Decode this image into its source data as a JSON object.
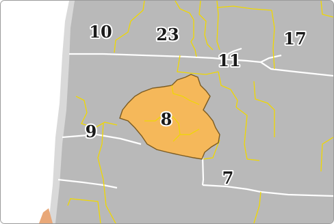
{
  "map": {
    "district_labels": [
      {
        "id": "d10",
        "label": "10"
      },
      {
        "id": "d23",
        "label": "23"
      },
      {
        "id": "d17",
        "label": "17"
      },
      {
        "id": "d11",
        "label": "11"
      },
      {
        "id": "d8",
        "label": "8"
      },
      {
        "id": "d9",
        "label": "9"
      },
      {
        "id": "d7",
        "label": "7"
      }
    ],
    "highlighted_district": "8",
    "colors": {
      "land": "#b9b9b9",
      "water": "#ffffff",
      "highlight_fill": "#f5b85a",
      "highlight_border": "#7a5a20",
      "boundary_yellow": "#f0d800",
      "boundary_white": "#ffffff",
      "frame_border": "#9a9a9a"
    }
  }
}
